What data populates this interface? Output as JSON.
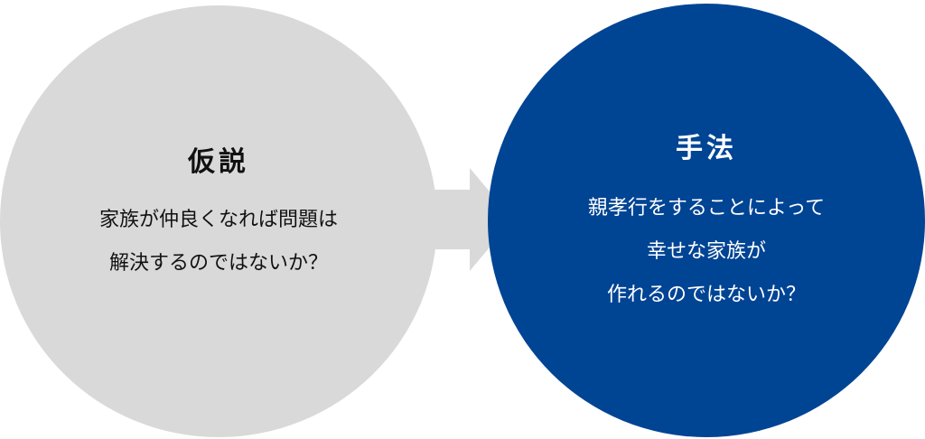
{
  "hypothesis": {
    "title": "仮説",
    "lines": [
      "家族が仲良くなれば問題は",
      "解決するのではないか？"
    ]
  },
  "method": {
    "title": "手法",
    "lines": [
      "親孝行をすることによって",
      "幸せな家族が",
      "作れるのではないか？"
    ]
  },
  "colors": {
    "left_circle": "#d9d9d9",
    "right_circle": "#004494",
    "arrow": "#d9d9d9",
    "right_text": "#ffffff",
    "left_text": "#111111"
  },
  "icons": {
    "connector": "arrow-right-icon"
  }
}
